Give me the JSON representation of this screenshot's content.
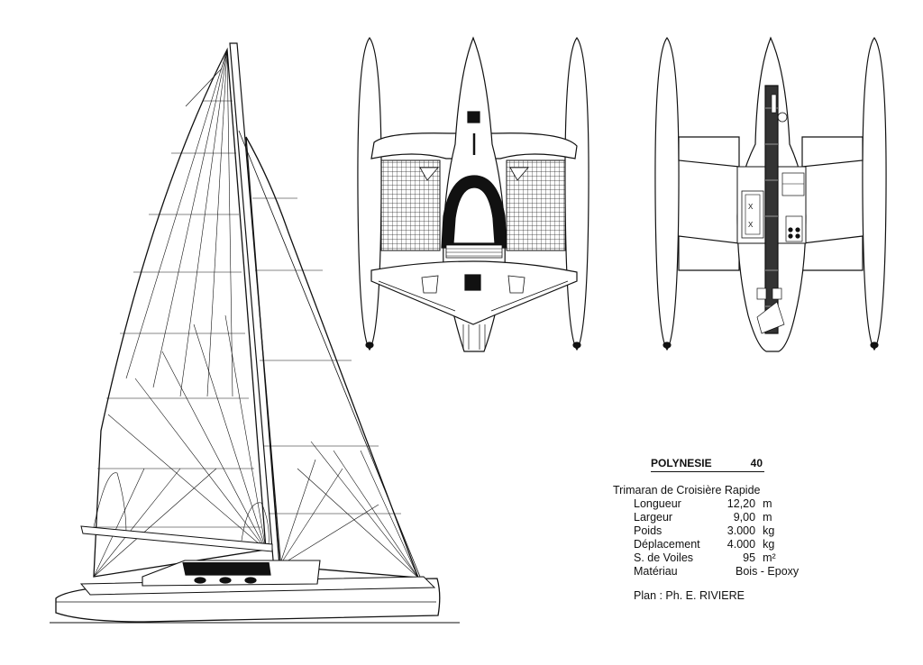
{
  "boat": {
    "name": "POLYNESIE",
    "number": "40",
    "subtitle": "Trimaran de Croisière Rapide",
    "specs": [
      {
        "label": "Longueur",
        "value": "12,20",
        "unit": "m"
      },
      {
        "label": "Largeur",
        "value": "9,00",
        "unit": "m"
      },
      {
        "label": "Poids",
        "value": "3.000",
        "unit": "kg"
      },
      {
        "label": "Déplacement",
        "value": "4.000",
        "unit": "kg"
      },
      {
        "label": "S. de Voiles",
        "value": "95",
        "unit": "m²"
      }
    ],
    "material": {
      "label": "Matériau",
      "value": "Bois - Epoxy"
    },
    "designer": "Plan :  Ph. E. RIVIERE"
  }
}
